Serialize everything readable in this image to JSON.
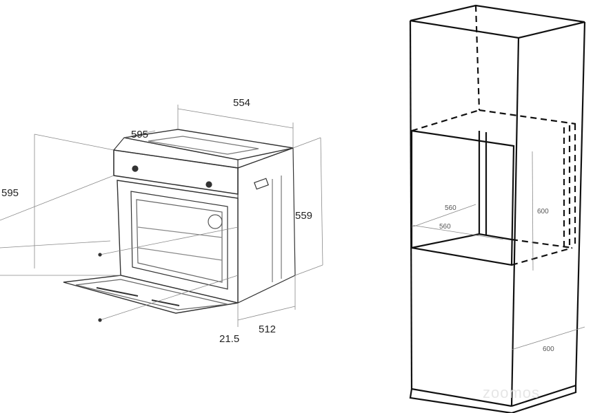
{
  "oven": {
    "dimensions": {
      "top_depth": "554",
      "front_width": "595",
      "front_height": "595",
      "side_height": "559",
      "panel_thickness": "21.5",
      "body_depth": "512"
    }
  },
  "cabinet": {
    "dimensions": {
      "niche_width_top": "560",
      "niche_width_bottom": "560",
      "niche_height": "600",
      "cabinet_depth": "600"
    }
  },
  "watermark": "zoomos"
}
